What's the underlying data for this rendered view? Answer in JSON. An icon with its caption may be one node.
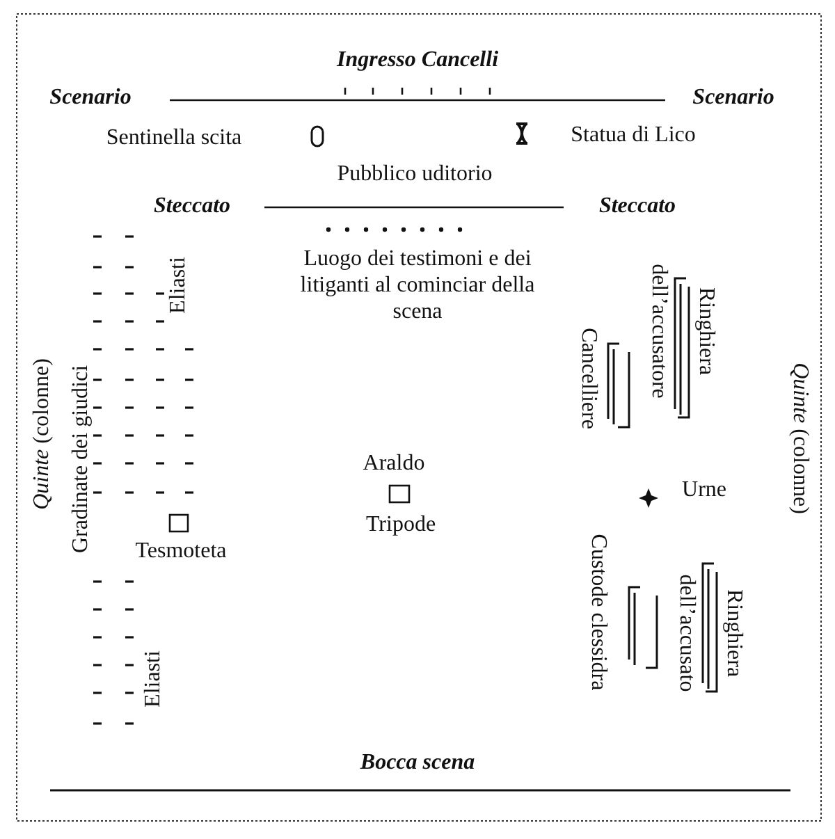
{
  "diagram": {
    "labels": [
      "Ingresso Cancelli",
      "Scenario",
      "Scenario",
      "Sentinella scita",
      "Statua di Lico",
      "Pubblico uditorio",
      "Steccato",
      "Steccato",
      "Luogo dei testimoni e dei litiganti al cominciar della scena",
      "Eliasti",
      "Ringhiera dell’accusatore",
      "Cancelliere",
      "*Quinte* (colonne)",
      "Gradinate dei giudici",
      "Araldo",
      "Tripode",
      "Urne",
      "Tesmoteta",
      "Custode clessidra",
      "Ringhiera dell’accusato",
      "Eliasti",
      "*Quinte* (colonne)",
      "Bocca scena"
    ]
  }
}
